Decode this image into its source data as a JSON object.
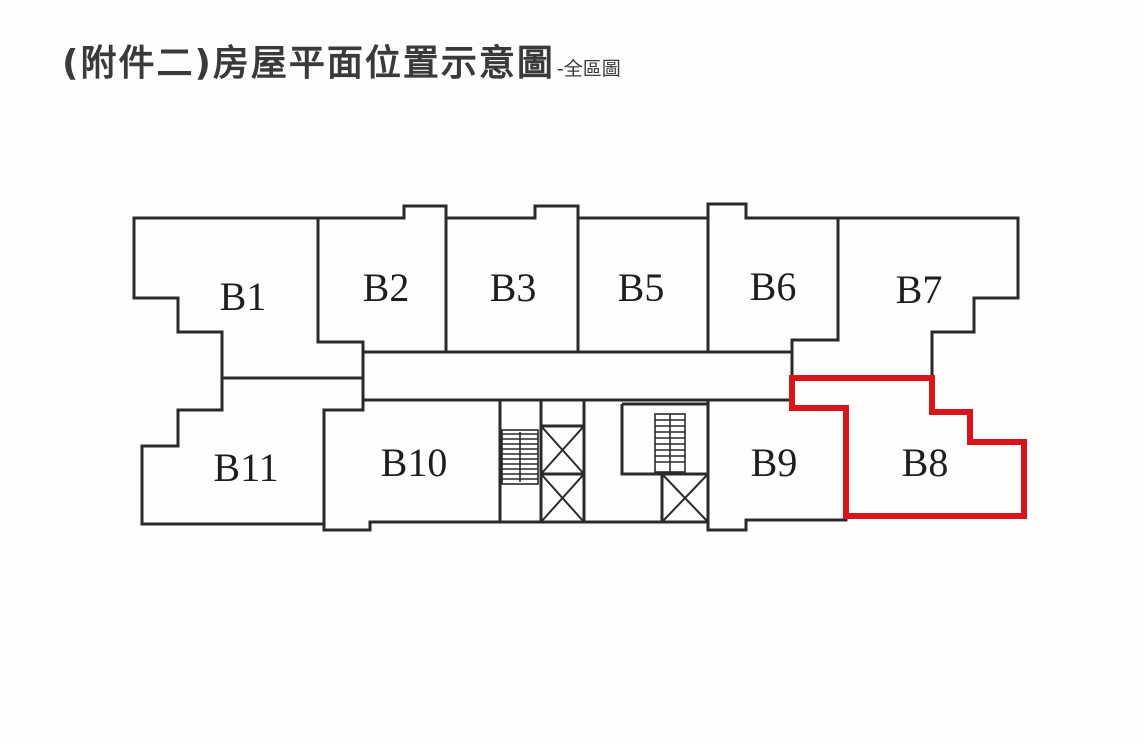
{
  "header": {
    "title": "(附件二)房屋平面位置示意圖",
    "subtitle": "-全區圖"
  },
  "colors": {
    "outline": "#2a2a2a",
    "highlight": "#d9141b",
    "background": "#fdfdfc"
  },
  "units": {
    "B1": "B1",
    "B2": "B2",
    "B3": "B3",
    "B5": "B5",
    "B6": "B6",
    "B7": "B7",
    "B8": "B8",
    "B9": "B9",
    "B10": "B10",
    "B11": "B11"
  },
  "highlighted_unit": "B8",
  "icons": {
    "stair_left": "staircase-icon",
    "stair_right": "staircase-icon",
    "elevator": "elevator-shaft-icon"
  }
}
